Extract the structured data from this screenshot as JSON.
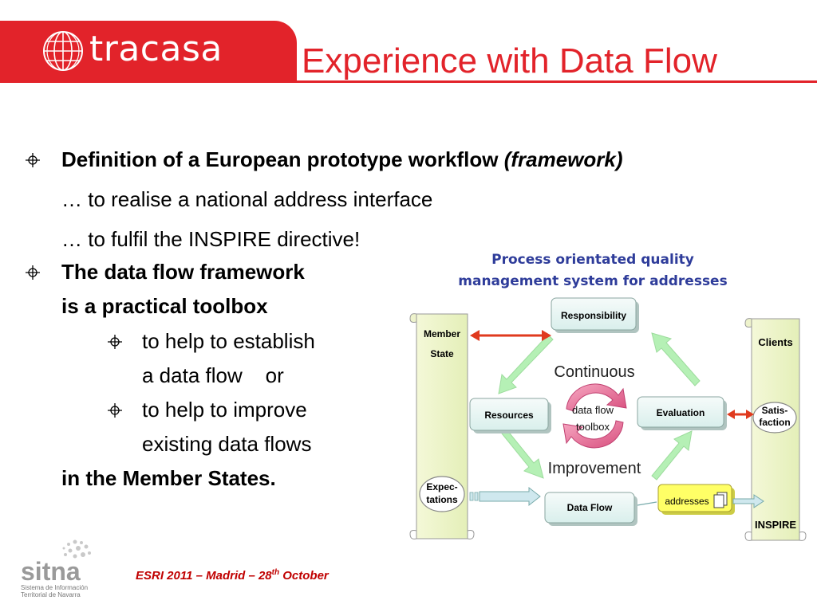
{
  "header": {
    "logo_text": "tracasa",
    "title": "Experience with Data Flow"
  },
  "content": {
    "bullet1": {
      "main": "Definition of a European prototype workflow",
      "italic": "(framework)",
      "sub1": "… to realise a national address interface",
      "sub2": "… to fulfil the INSPIRE directive!"
    },
    "bullet2": {
      "line1": "The data flow framework",
      "line2": "is a practical toolbox",
      "sub_a_line1": "to help to establish",
      "sub_a_line2": "a data flow    or",
      "sub_b_line1": "to help to improve",
      "sub_b_line2": "existing data flows",
      "closing": "in the Member States."
    }
  },
  "diagram": {
    "title_line1": "Process orientated quality",
    "title_line2": "management system for addresses",
    "left_scroll": {
      "label_line1": "Member",
      "label_line2": "State",
      "oval_line1": "Expec-",
      "oval_line2": "tations"
    },
    "right_scroll": {
      "label_top": "Clients",
      "label_bottom": "INSPIRE",
      "oval_line1": "Satis-",
      "oval_line2": "faction"
    },
    "boxes": {
      "responsibility": "Responsibility",
      "resources": "Resources",
      "evaluation": "Evaluation",
      "data_flow": "Data Flow",
      "addresses": "addresses"
    },
    "center": {
      "continuous": "Continuous",
      "improvement": "Improvement",
      "toolbox_line1": "data flow",
      "toolbox_line2": "toolbox"
    },
    "colors": {
      "title": "#2e3c9a",
      "box_bg": "#e6f4f2",
      "addresses_bg": "#ffff66",
      "arrow_green": "#b5f0b5",
      "arrow_red": "#e03a1e",
      "cycle_pink": "#e87aa0"
    }
  },
  "footer": {
    "event": "ESRI 2011 – Madrid – 28",
    "superscript": "th",
    "suffix": " October",
    "sitna_logo_text": "sitna",
    "sitna_sub1": "Sistema de Información",
    "sitna_sub2": "Territorial de Navarra"
  }
}
